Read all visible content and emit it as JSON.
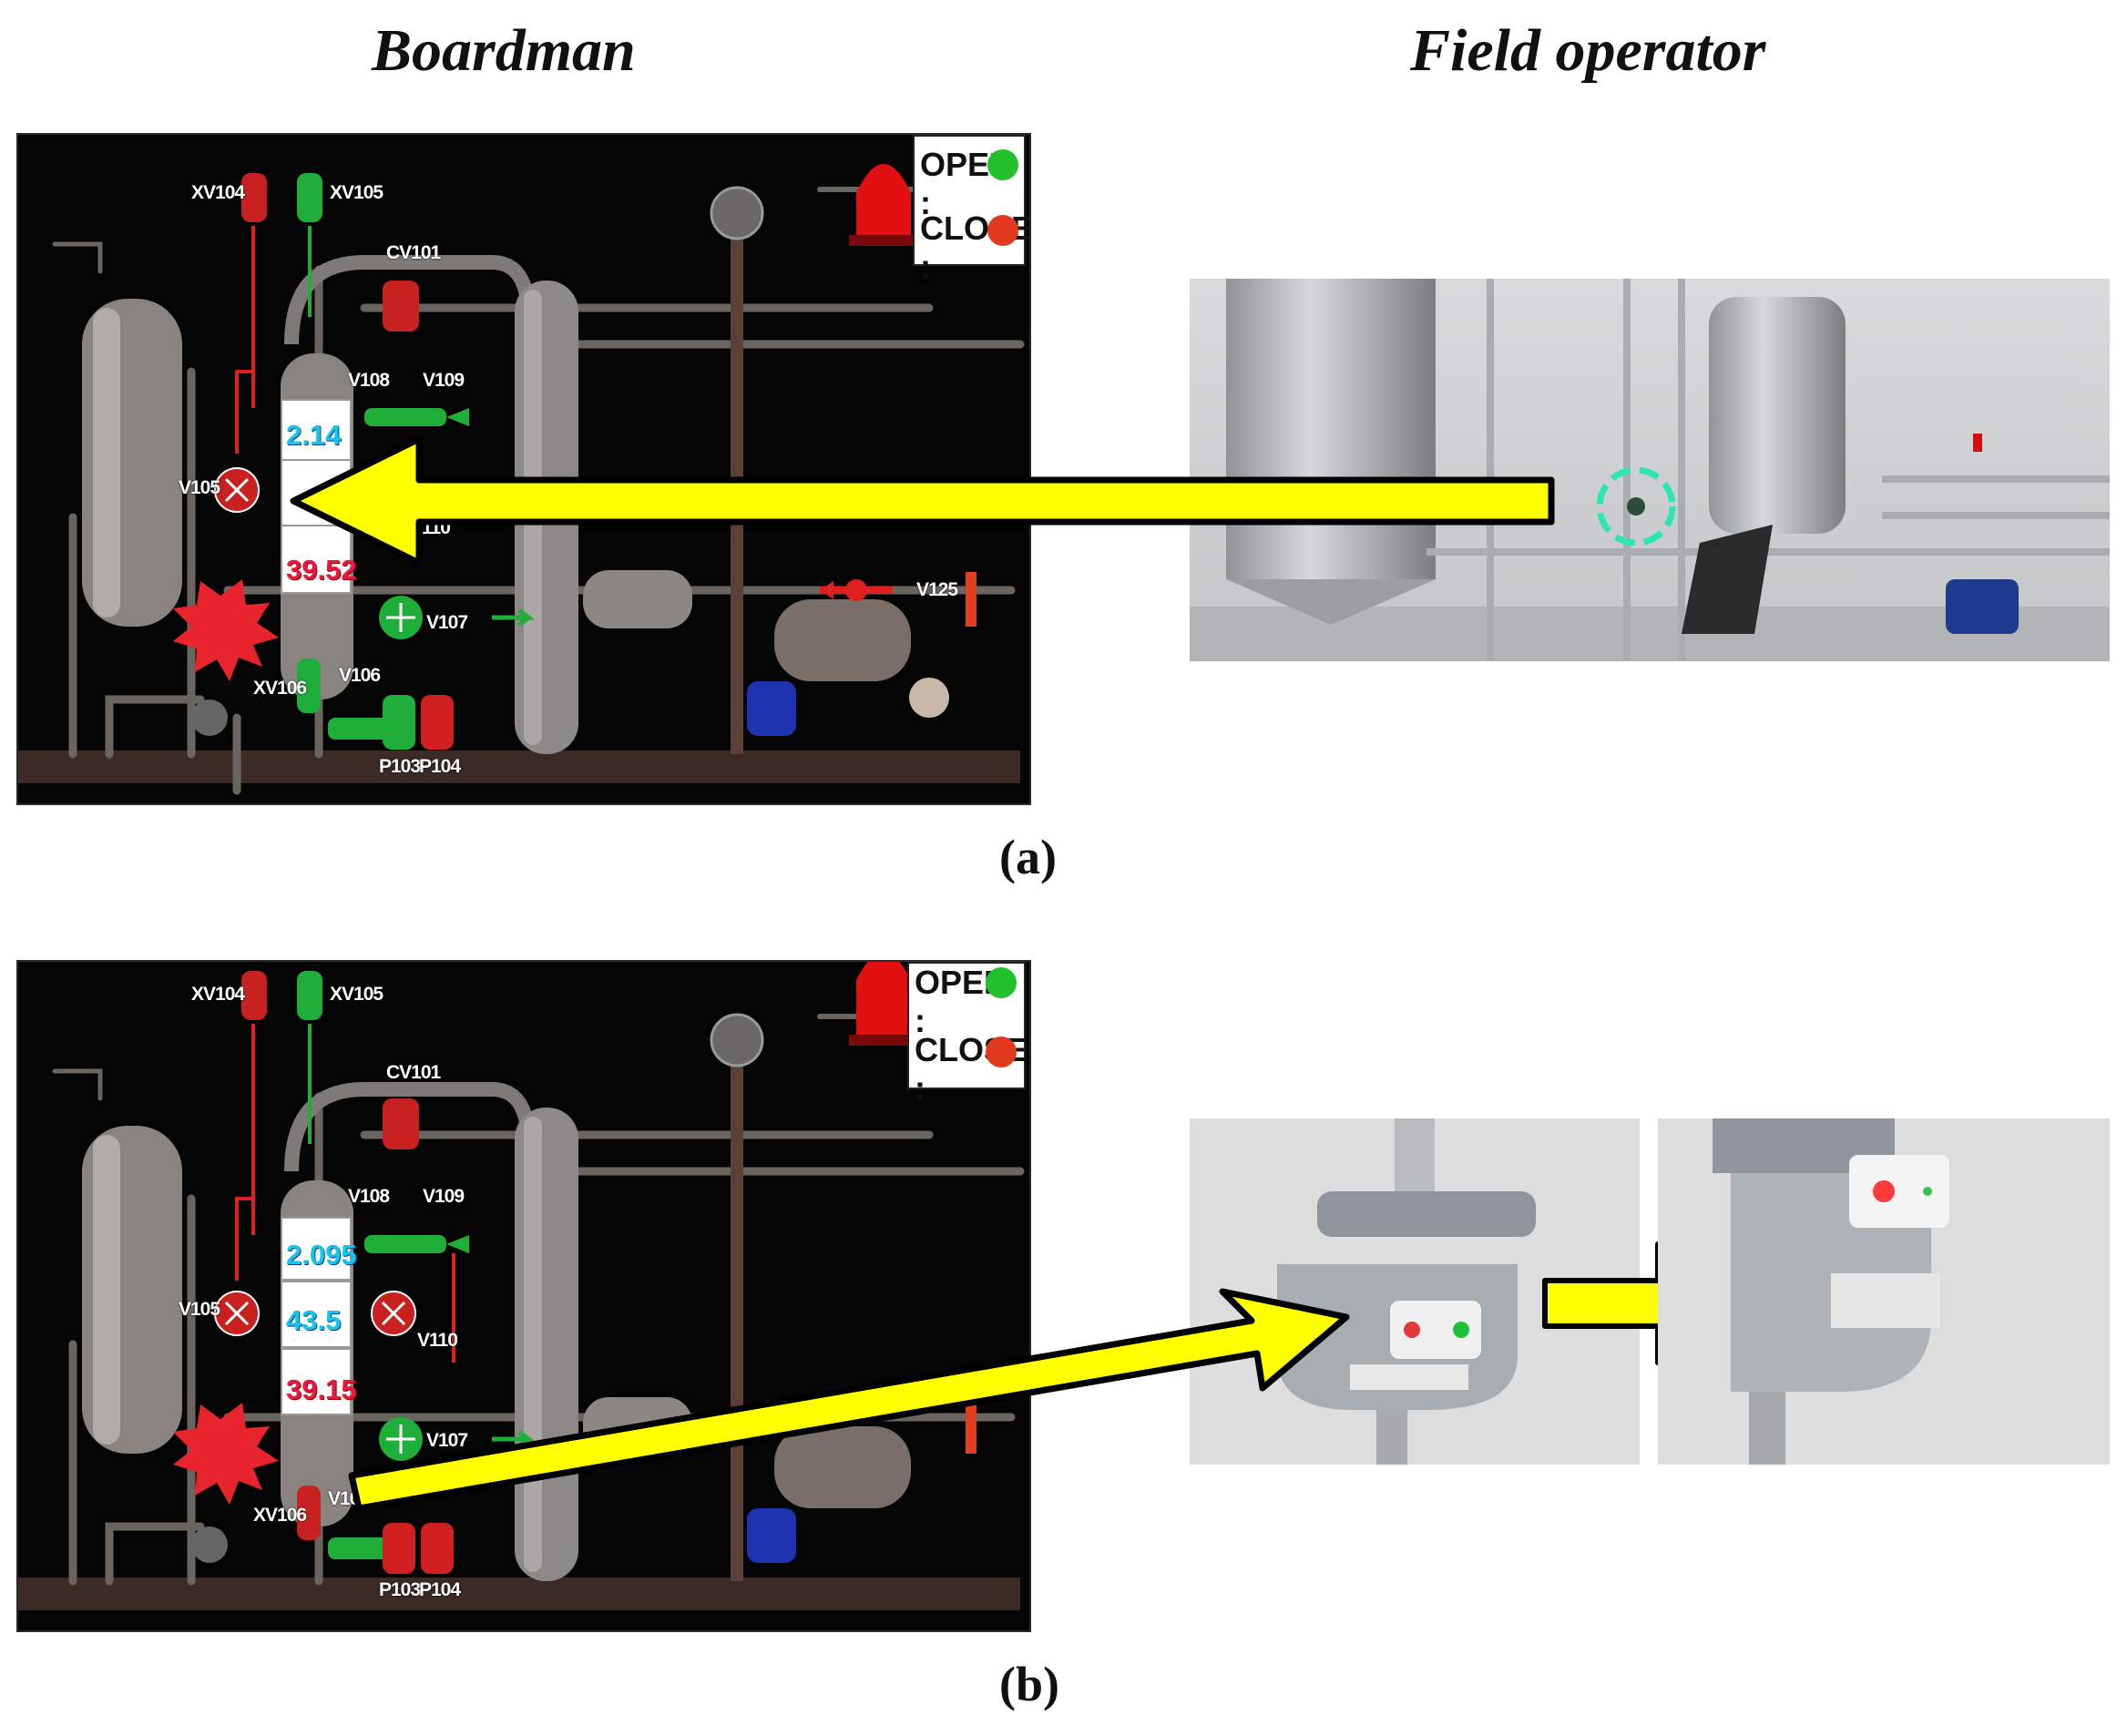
{
  "headers": {
    "left": "Boardman",
    "right": "Field operator"
  },
  "captions": {
    "a": "(a)",
    "b": "(b)"
  },
  "legend": {
    "open_label": "OPEN :",
    "close_label": "CLOSE :",
    "open_color": "#22c02a",
    "close_color": "#e23a1e"
  },
  "panel_a": {
    "tags": {
      "xv104": "XV104",
      "xv105": "XV105",
      "cv101": "CV101",
      "v108": "V108",
      "v109": "V109",
      "v105": "V105",
      "v110": "V110",
      "v107": "V107",
      "v125": "V125",
      "xv106": "XV106",
      "v106": "V106",
      "p103": "P103",
      "p104": "P104"
    },
    "readouts": {
      "r1": "2.14",
      "r2": "",
      "r3": "39.52"
    }
  },
  "panel_b": {
    "tags": {
      "xv104": "XV104",
      "xv105": "XV105",
      "cv101": "CV101",
      "v108": "V108",
      "v109": "V109",
      "v105": "V105",
      "v110": "V110",
      "v107": "V107",
      "xv106": "XV106",
      "v106": "V10",
      "p103": "P103",
      "p104": "P104"
    },
    "readouts": {
      "r1": "2.095",
      "r2": "43.5",
      "r3": "39.15"
    }
  },
  "colors": {
    "arrow_fill": "#ffff00",
    "arrow_stroke": "#000000",
    "marker": "#2ee6b0"
  }
}
